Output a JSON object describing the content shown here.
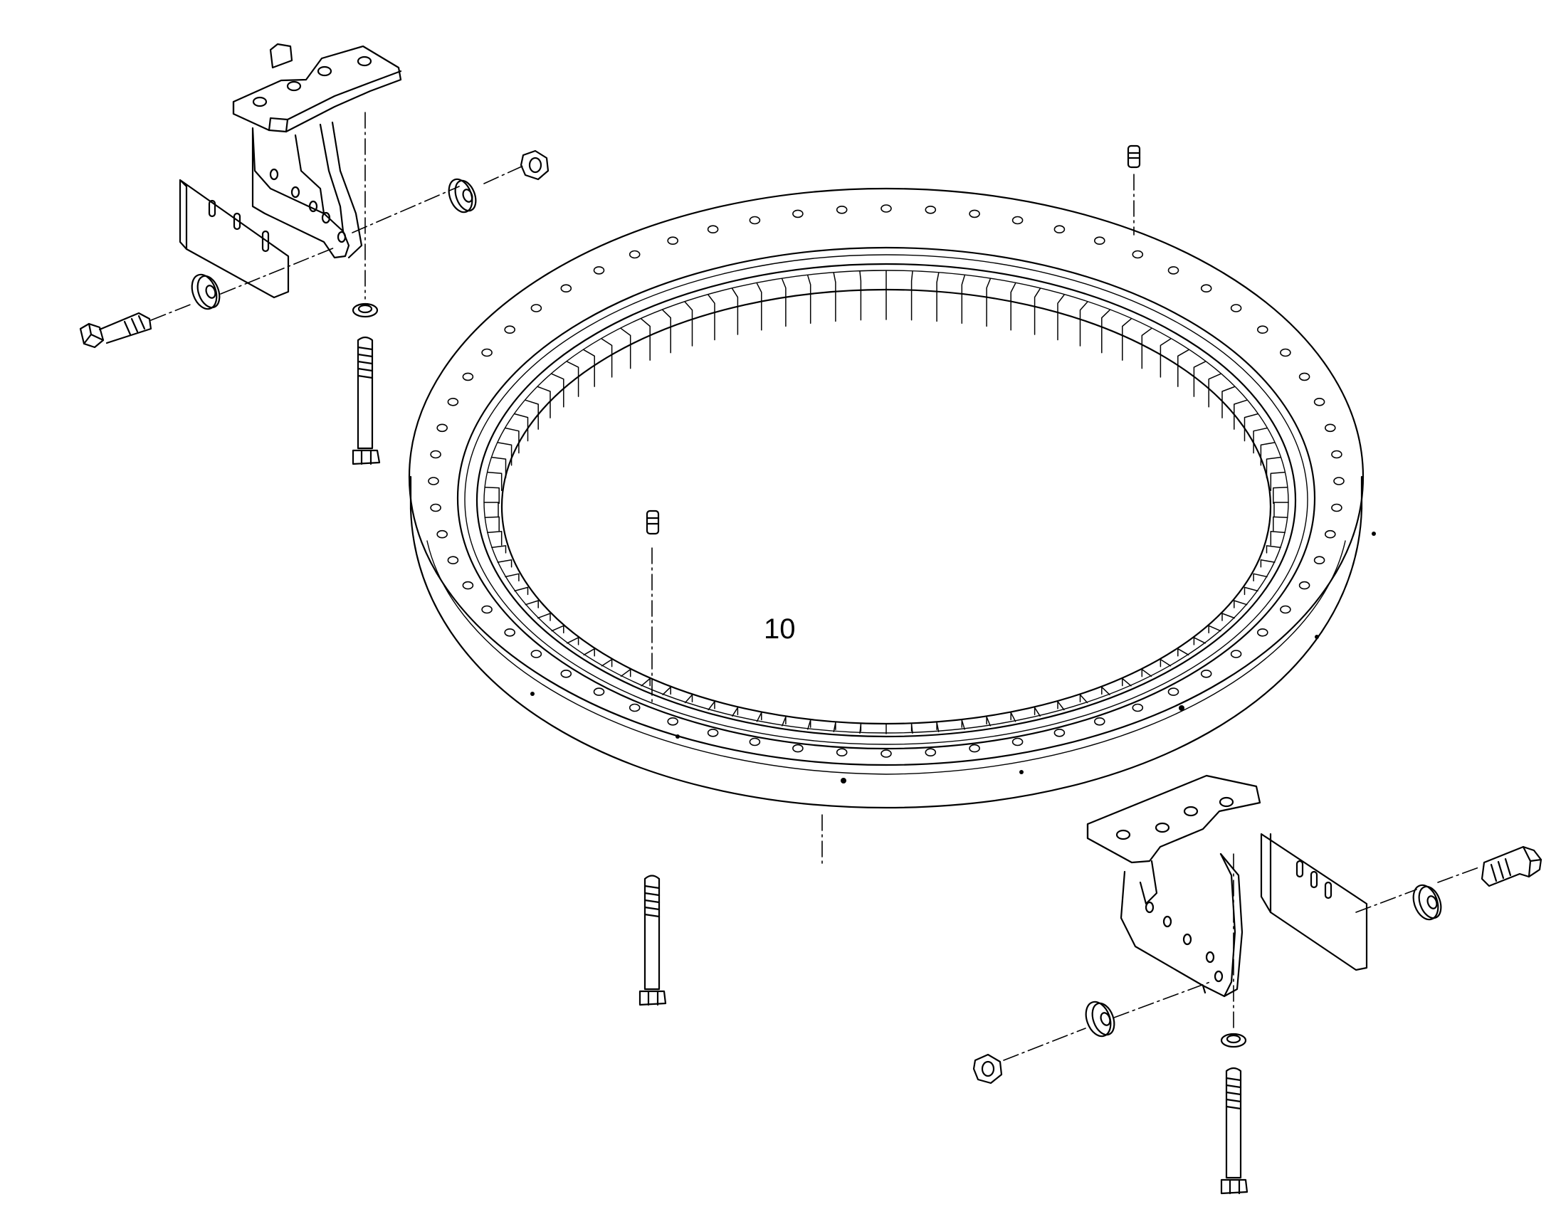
{
  "callouts": {
    "ring_number": "10"
  },
  "colors": {
    "line": "#000000",
    "background": "#ffffff"
  },
  "parts": [
    "slewing-ring",
    "mounting-bracket-left",
    "mounting-bracket-right",
    "hex-bolt",
    "washer",
    "lock-washer",
    "hex-nut",
    "long-stud-bolt",
    "grease-nipple"
  ]
}
